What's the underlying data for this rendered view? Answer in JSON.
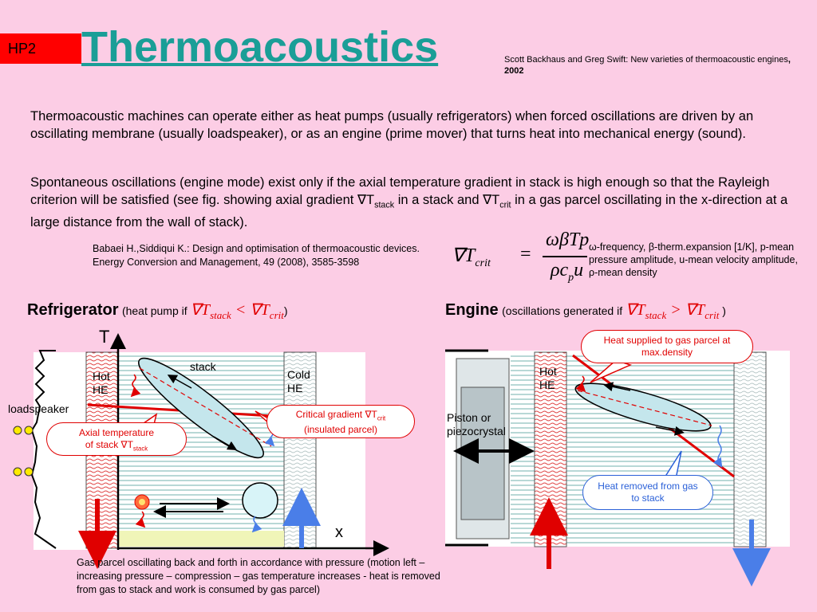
{
  "slide_tag": "HP2",
  "title": "Thermoacoustics",
  "reference_top": {
    "text": "Scott Backhaus and Greg Swift: New varieties of thermoacoustic engines",
    "suffix": ",",
    "year": "2002"
  },
  "paragraph1": "Thermoacoustic machines can operate either as heat pumps (usually refrigerators) when forced oscillations are driven by an oscillating membrane (usually loadspeaker), or as an engine (prime mover) that turns heat into mechanical energy (sound).",
  "paragraph2": {
    "part1": "Spontaneous oscillations (engine mode) exist only if the axial temperature gradient in stack is high enough so that the Rayleigh criterion will be satisfied (see fig. showing axial gradient ",
    "grad1": "∇T",
    "sub1": "stack",
    "part2": "  in a stack and ",
    "grad2": "∇T",
    "sub2": "crit",
    "part3": " in a gas parcel oscillating in the x-direction at a large distance from the wall of stack)."
  },
  "reference_mid": "Babaei H.,Siddiqui K.: Design and optimisation of thermoacoustic devices. Energy Conversion and Management, 49 (2008), 3585-3598",
  "formula": {
    "lhs": "∇T",
    "lhs_sub": "crit",
    "equals": "=",
    "numerator": "ωβTp",
    "denominator_a": "ρc",
    "denominator_sub": "p",
    "denominator_b": "u"
  },
  "formula_legend": "ω-frequency, β-therm.expansion [1/K], p-mean pressure amplitude, u-mean velocity amplitude, ρ-mean density",
  "refrigerator": {
    "title": "Refrigerator",
    "subtitle_prefix": "(heat pump if ",
    "cond_left": "∇T",
    "cond_left_sub": "stack",
    "cond_op": "<",
    "cond_right": "∇T",
    "cond_right_sub": "crit",
    "subtitle_suffix": ")",
    "axis_t": "T",
    "axis_x": "x",
    "stack_label": "stack",
    "hot_he": "Hot HE",
    "cold_he": "Cold HE",
    "loadspeaker": "loadspeaker",
    "callout_axial": {
      "line1": "Axial temperature",
      "line2": "of stack ∇T",
      "sub": "stack"
    },
    "callout_critical": {
      "line1": "Critical gradient ∇T",
      "sub": "crit",
      "line2": "(insulated parcel)"
    }
  },
  "engine": {
    "title": "Engine",
    "subtitle_prefix": "(oscillations generated if ",
    "cond_left": "∇T",
    "cond_left_sub": "stack",
    "cond_op": ">",
    "cond_right": "∇T",
    "cond_right_sub": "crit",
    "subtitle_suffix": " )",
    "hot_he": "Hot HE",
    "piston": "Piston or piezocrystal",
    "callout_supplied": "Heat supplied to gas parcel at max.density",
    "callout_removed": "Heat removed from gas to stack"
  },
  "caption": "Gas parcel oscillating back and forth in accordance with pressure (motion left – increasing pressure – compression – gas temperature increases  - heat is removed from gas to stack and work is consumed by gas parcel)",
  "colors": {
    "background": "#fccde5",
    "title": "#1a9e97",
    "tag": "#ff0000",
    "hot_arrow": "#e00000",
    "cold_arrow": "#4a7ee8",
    "stack_lines": "#b8d8d6"
  }
}
